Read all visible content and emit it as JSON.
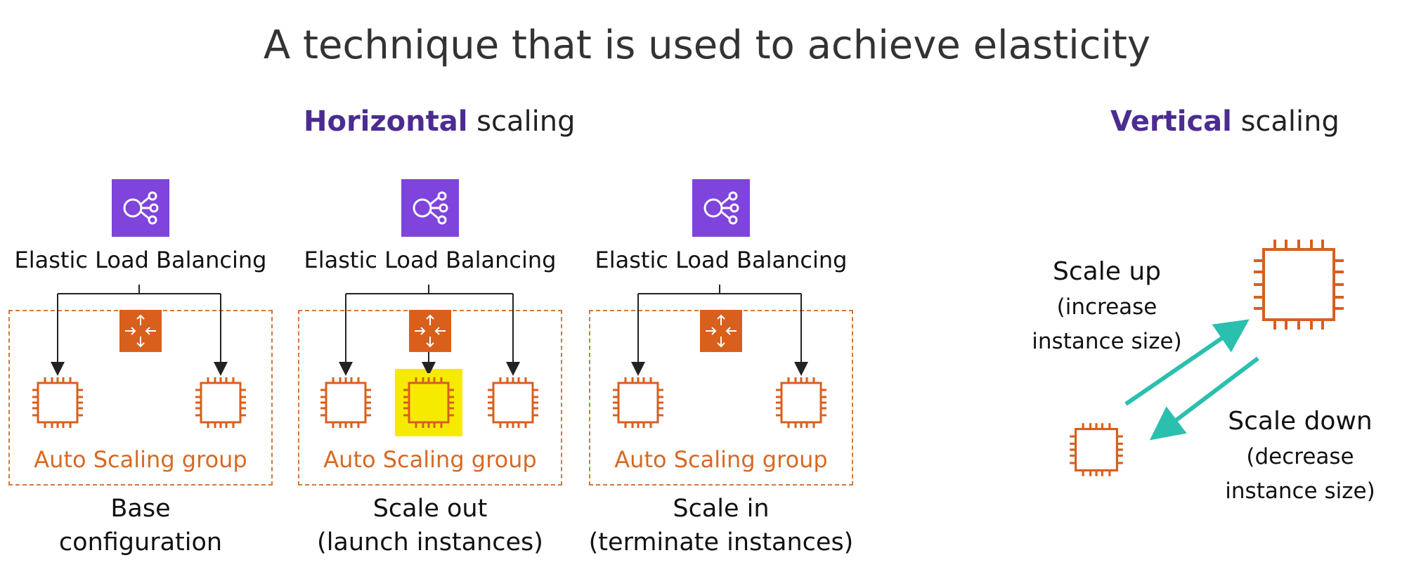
{
  "title": "A technique that is used to achieve elasticity",
  "horizontal": {
    "accent": "Horizontal",
    "rest": " scaling"
  },
  "vertical": {
    "accent": "Vertical",
    "rest": " scaling"
  },
  "elb_label": "Elastic Load Balancing",
  "asg_label": "Auto Scaling group",
  "panels": [
    {
      "caption_line1": "Base",
      "caption_line2": "configuration",
      "instances": 2
    },
    {
      "caption_line1": "Scale out",
      "caption_line2": "(launch instances)",
      "instances": 3,
      "highlighted_instance": 2
    },
    {
      "caption_line1": "Scale in",
      "caption_line2": "(terminate instances)",
      "instances": 2
    }
  ],
  "scale_up": {
    "line1": "Scale up",
    "line2": "(increase",
    "line3": "instance size)"
  },
  "scale_down": {
    "line1": "Scale down",
    "line2": "(decrease",
    "line3": "instance size)"
  },
  "colors": {
    "accent_purple": "#4b2c91",
    "elb_purple": "#7e44dc",
    "aws_orange": "#d85f1c",
    "dash_orange": "#d5773a",
    "highlight_yellow": "#f6eb00",
    "arrow_teal": "#2bbfae"
  },
  "icons": {
    "elb": "elastic-load-balancing-icon",
    "auto_scaling": "auto-scaling-icon",
    "instance": "ec2-instance-chip-icon"
  }
}
